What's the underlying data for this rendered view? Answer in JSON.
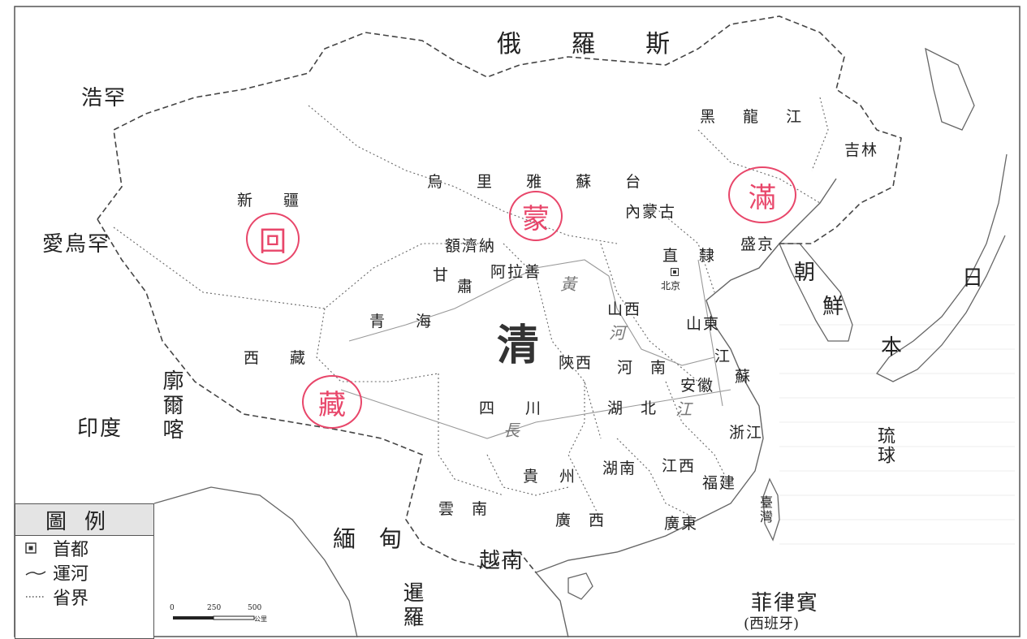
{
  "map": {
    "countries": {
      "russia": "俄 羅 斯",
      "haohan": "浩罕",
      "aiwuhan": "愛烏罕",
      "india": "印度",
      "nepal": "廓爾喀",
      "burma": "緬 甸",
      "siam": "暹羅",
      "vietnam": "越南",
      "korea_1": "朝",
      "korea_2": "鮮",
      "japan_1": "日",
      "japan_2": "本",
      "ryukyu": "琉球",
      "philippines": "菲律賓",
      "philippines_note": "(西班牙)",
      "qing": "清"
    },
    "provinces": {
      "heilongjiang": "黑 龍 江",
      "jilin": "吉林",
      "shengjing": "盛京",
      "neimenggu": "內蒙古",
      "zhili": "直 隸",
      "beijing": "北京",
      "wuliyasutai": "烏 里 雅 蘇 台",
      "xinjiang": "新 疆",
      "ejina": "額濟納",
      "alashan": "阿拉善",
      "gansu_1": "甘",
      "gansu_2": "肅",
      "qinghai": "青 海",
      "xizang": "西 藏",
      "shanxi": "山西",
      "shandong": "山東",
      "shaanxi": "陝西",
      "henan": "河 南",
      "jiangsu_1": "江",
      "jiangsu_2": "蘇",
      "anhui": "安徽",
      "sichuan": "四 川",
      "hubei": "湖 北",
      "zhejiang": "浙江",
      "jiangxi": "江西",
      "hunan": "湖南",
      "guizhou": "貴 州",
      "fujian": "福建",
      "yunnan": "雲 南",
      "guangxi": "廣 西",
      "guangdong": "廣東",
      "taiwan": "臺灣"
    },
    "rivers": {
      "huang": "黃",
      "he": "河",
      "chang": "長",
      "jiang": "江"
    },
    "stamps": {
      "hui": "回",
      "meng": "蒙",
      "man": "滿",
      "zang": "藏"
    },
    "colors": {
      "stamp": "#e8466a",
      "border": "#555555"
    }
  },
  "legend": {
    "title": "圖例",
    "items": [
      {
        "symbol": "capital-icon",
        "label": "首都"
      },
      {
        "symbol": "canal-icon",
        "label": "運河"
      },
      {
        "symbol": "province-border-icon",
        "label": "省界"
      }
    ]
  },
  "scale": {
    "ticks": [
      "0",
      "250",
      "500"
    ],
    "unit": "公里"
  }
}
